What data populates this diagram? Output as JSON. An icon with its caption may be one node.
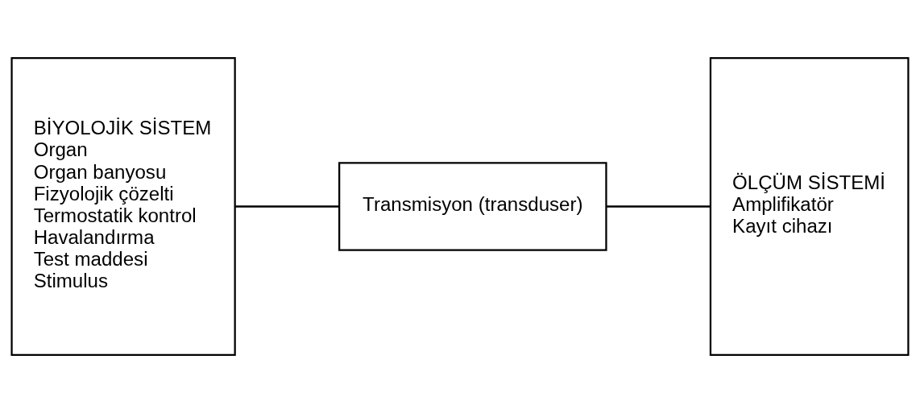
{
  "diagram": {
    "nodes": [
      {
        "text": [
          "BİYOLOJİK SİSTEM",
          "Organ",
          "Organ banyosu",
          "Fizyolojik çözelti",
          "Termostatik kontrol",
          "Havalandırma",
          "Test maddesi",
          "Stimulus"
        ]
      },
      {
        "text": [
          "Transmisyon (transduser)"
        ]
      },
      {
        "text": [
          "ÖLÇÜM SİSTEMİ",
          "Amplifikatör",
          "Kayıt cihazı"
        ]
      }
    ],
    "edges": [
      {
        "from": 0,
        "to": 1,
        "arrow": "none"
      },
      {
        "from": 1,
        "to": 2,
        "arrow": "none"
      }
    ]
  }
}
